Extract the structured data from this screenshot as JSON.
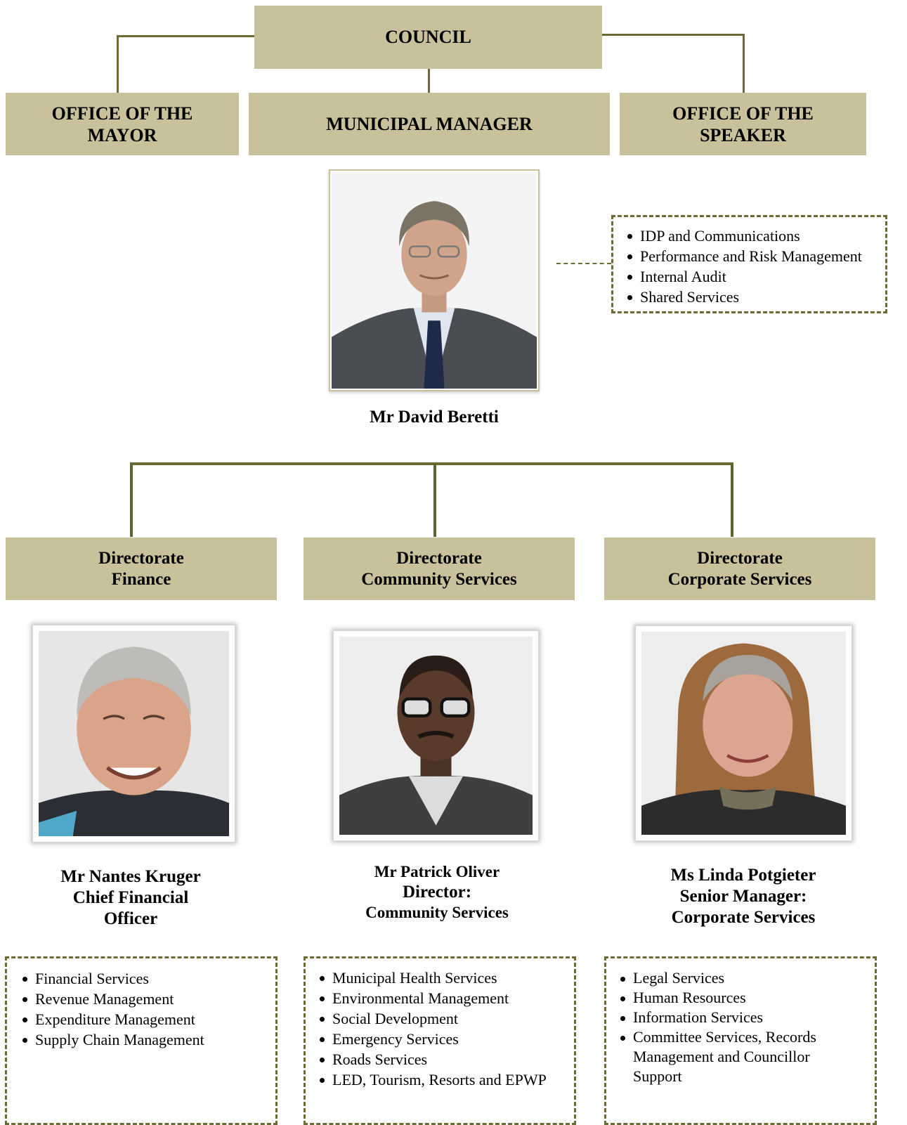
{
  "top": {
    "council": "COUNCIL",
    "mayor_office": [
      "OFFICE OF THE",
      "MAYOR"
    ],
    "municipal_manager": "MUNICIPAL MANAGER",
    "speaker_office": [
      "OFFICE OF THE",
      "SPEAKER"
    ]
  },
  "manager": {
    "name": "Mr David Beretti",
    "units": [
      "IDP and Communications",
      "Performance and Risk Management",
      "Internal Audit",
      "Shared Services"
    ]
  },
  "directorates": [
    {
      "title": [
        "Directorate",
        "Finance"
      ],
      "person": [
        "Mr Nantes Kruger",
        "Chief Financial",
        "Officer"
      ],
      "units": [
        "Financial Services",
        "Revenue Management",
        "Expenditure Management",
        "Supply Chain Management"
      ]
    },
    {
      "title": [
        "Directorate",
        "Community Services"
      ],
      "person": [
        "Mr Patrick Oliver",
        "Director:",
        "Community Services"
      ],
      "units": [
        "Municipal Health Services",
        "Environmental Management",
        "Social Development",
        "Emergency Services",
        "Roads Services",
        "LED, Tourism, Resorts and EPWP"
      ]
    },
    {
      "title": [
        "Directorate",
        "Corporate Services"
      ],
      "person": [
        "Ms Linda Potgieter",
        "Senior Manager:",
        "Corporate Services"
      ],
      "units": [
        "Legal Services",
        "Human Resources",
        "Information Services",
        "Committee Services, Records Management and Councillor Support"
      ]
    }
  ]
}
